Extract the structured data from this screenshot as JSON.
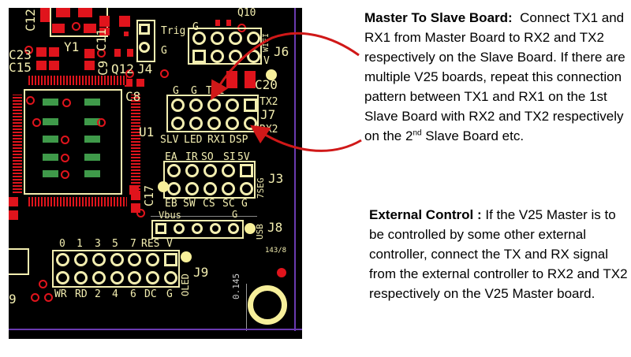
{
  "pcb": {
    "components": [
      "C12",
      "Y1",
      "C11",
      "C23",
      "C15",
      "C9",
      "Q12",
      "J4",
      "Trig",
      "G",
      "Q10",
      "J6",
      "WIFI",
      "V",
      "C20",
      "C8",
      "U1",
      "C17",
      "J7",
      "J3",
      "7SEG",
      "J8",
      "USB",
      "J9",
      "OLED",
      "9"
    ],
    "j6": {
      "top": "G",
      "side_top": "WIFI",
      "side_bot": "V",
      "name": "J6"
    },
    "j7": {
      "top": [
        "G",
        "G",
        "TX1"
      ],
      "right": [
        "TX2",
        "J7",
        "RX2"
      ],
      "bottom": [
        "SLV",
        "LED",
        "RX1",
        "DSP"
      ]
    },
    "j3": {
      "top": [
        "EA",
        "IR",
        "SO",
        "SI",
        "5V"
      ],
      "bottom": [
        "EB",
        "SW",
        "CS",
        "SC",
        "G"
      ],
      "side": "7SEG",
      "name": "J3"
    },
    "j8": {
      "vbus": "Vbus",
      "g": "G",
      "side": "USB",
      "name": "J8"
    },
    "j9": {
      "top": [
        "0",
        "1",
        "3",
        "5",
        "7",
        "RES",
        "V"
      ],
      "bottom": [
        "WR",
        "RD",
        "2",
        "4",
        "6",
        "DC",
        "G"
      ],
      "side": "OLED",
      "name": "J9"
    },
    "dim_label": "0.145",
    "hole_label": "143/8"
  },
  "text": {
    "master_title": "Master To Slave Board:",
    "master_body_1": "Connect TX1 and RX1 from Master Board to RX2 and TX2 respectively on the Slave Board. If there are multiple V25 boards, repeat this connection pattern between TX1 and RX1 on the 1st Slave Board with RX2 and TX2 respectively on the 2",
    "master_sup": "nd",
    "master_body_2": " Slave Board etc.",
    "ext_title": "External Control :",
    "ext_body": "If the V25 Master is to be controlled by some other external controller, connect the TX and RX signal from the external controller to RX2 and TX2 respectively on the V25 Master board."
  },
  "colors": {
    "board": "#000000",
    "silkscreen": "#f3eeb0",
    "pad": "#e0141c",
    "arrow": "#d01818"
  }
}
